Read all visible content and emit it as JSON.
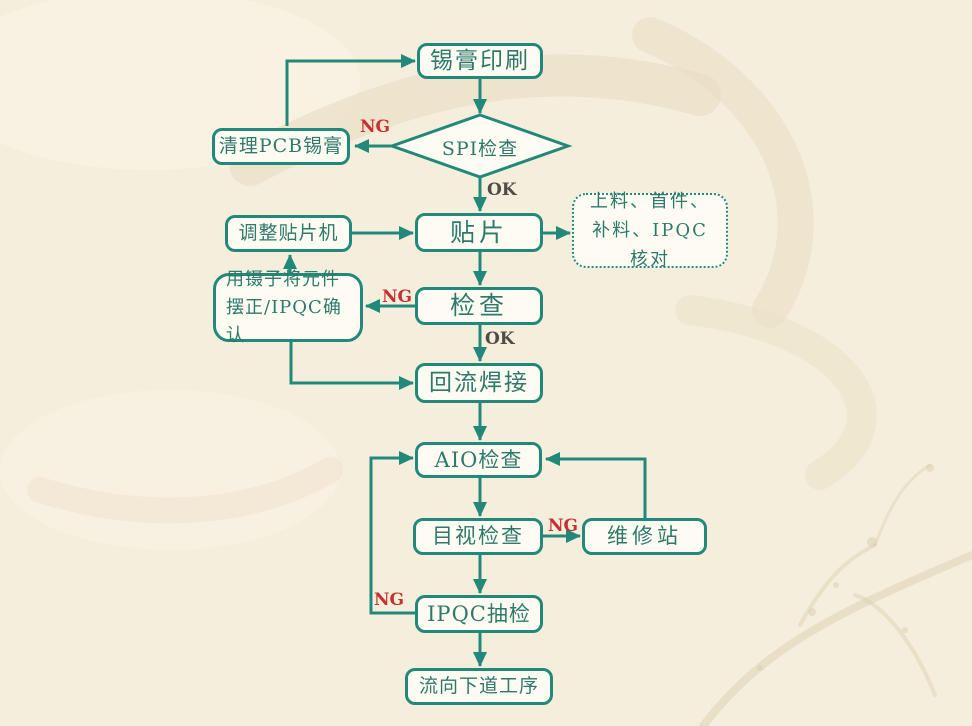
{
  "flowchart": {
    "nodes": {
      "solder_paste_print": {
        "label": "锡膏印刷"
      },
      "spi_check": {
        "label": "SPI检查"
      },
      "clean_pcb": {
        "label": "清理PCB锡膏"
      },
      "adjust_mounter": {
        "label": "调整贴片机"
      },
      "mount": {
        "label": "贴片"
      },
      "loading_note": {
        "label": "上料、首件、补料、IPQC核对"
      },
      "inspect": {
        "label": "检查"
      },
      "tweezers": {
        "label": "用镊子将元件摆正/IPQC确认"
      },
      "reflow": {
        "label": "回流焊接"
      },
      "aio_check": {
        "label": "AIO检查"
      },
      "visual_check": {
        "label": "目视检查"
      },
      "repair_station": {
        "label": "维修站"
      },
      "ipqc_sampling": {
        "label": "IPQC抽检"
      },
      "next_process": {
        "label": "流向下道工序"
      }
    },
    "edge_labels": {
      "spi_ng": "NG",
      "spi_ok": "OK",
      "inspect_ng": "NG",
      "inspect_ok": "OK",
      "visual_ng": "NG",
      "ipqc_ng": "NG"
    },
    "colors": {
      "line": "#22897a",
      "node_fill": "#fefcf2",
      "node_text": "#2e786c",
      "ng_label": "#c53030",
      "ok_label": "#4e4c44",
      "background": "#f5eedd"
    }
  }
}
